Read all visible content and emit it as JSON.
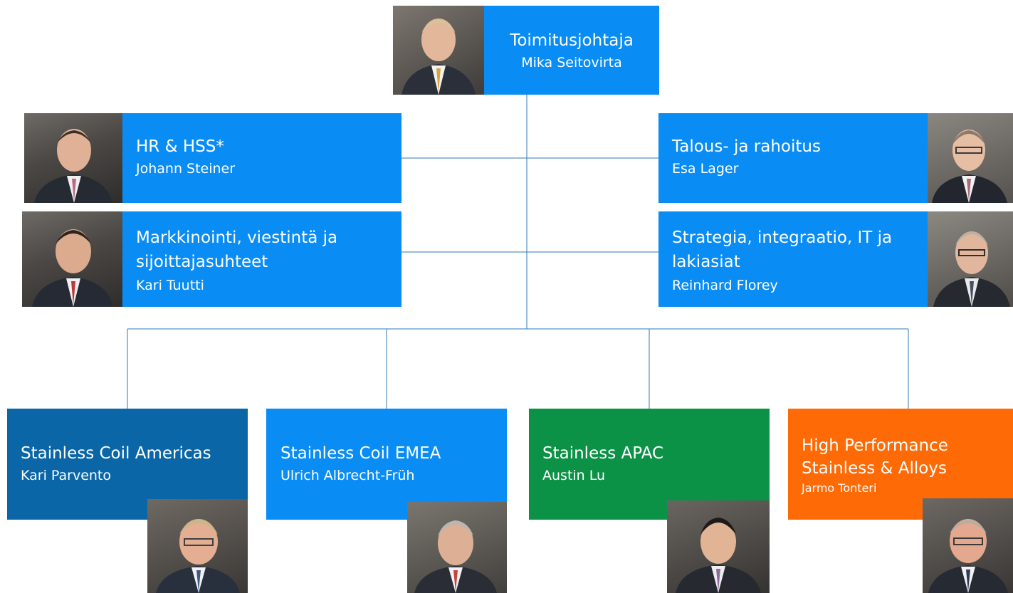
{
  "ceo": {
    "title": "Toimitusjohtaja",
    "name": "Mika Seitovirta"
  },
  "staff": [
    {
      "title": "HR & HSS*",
      "name": "Johann Steiner"
    },
    {
      "title": "Talous- ja rahoitus",
      "name": "Esa Lager"
    },
    {
      "title": "Markkinointi, viestintä ja sijoittajasuhteet",
      "name": "Kari Tuutti"
    },
    {
      "title": "Strategia, integraatio, IT ja lakiasiat",
      "name": "Reinhard Florey"
    }
  ],
  "divisions": [
    {
      "title": "Stainless Coil Americas",
      "name": "Kari Parvento",
      "color": "#0a66a6"
    },
    {
      "title": "Stainless Coil EMEA",
      "name": "Ulrich Albrecht-Früh",
      "color": "#0a8cf5"
    },
    {
      "title": "Stainless APAC",
      "name": "Austin Lu",
      "color": "#0b9247"
    },
    {
      "title": "High Performance Stainless & Alloys",
      "name": "Jarmo Tonteri",
      "color": "#fd6a06"
    }
  ],
  "colors": {
    "box_blue": "#0a8cf5",
    "connector": "#2f78b7"
  }
}
